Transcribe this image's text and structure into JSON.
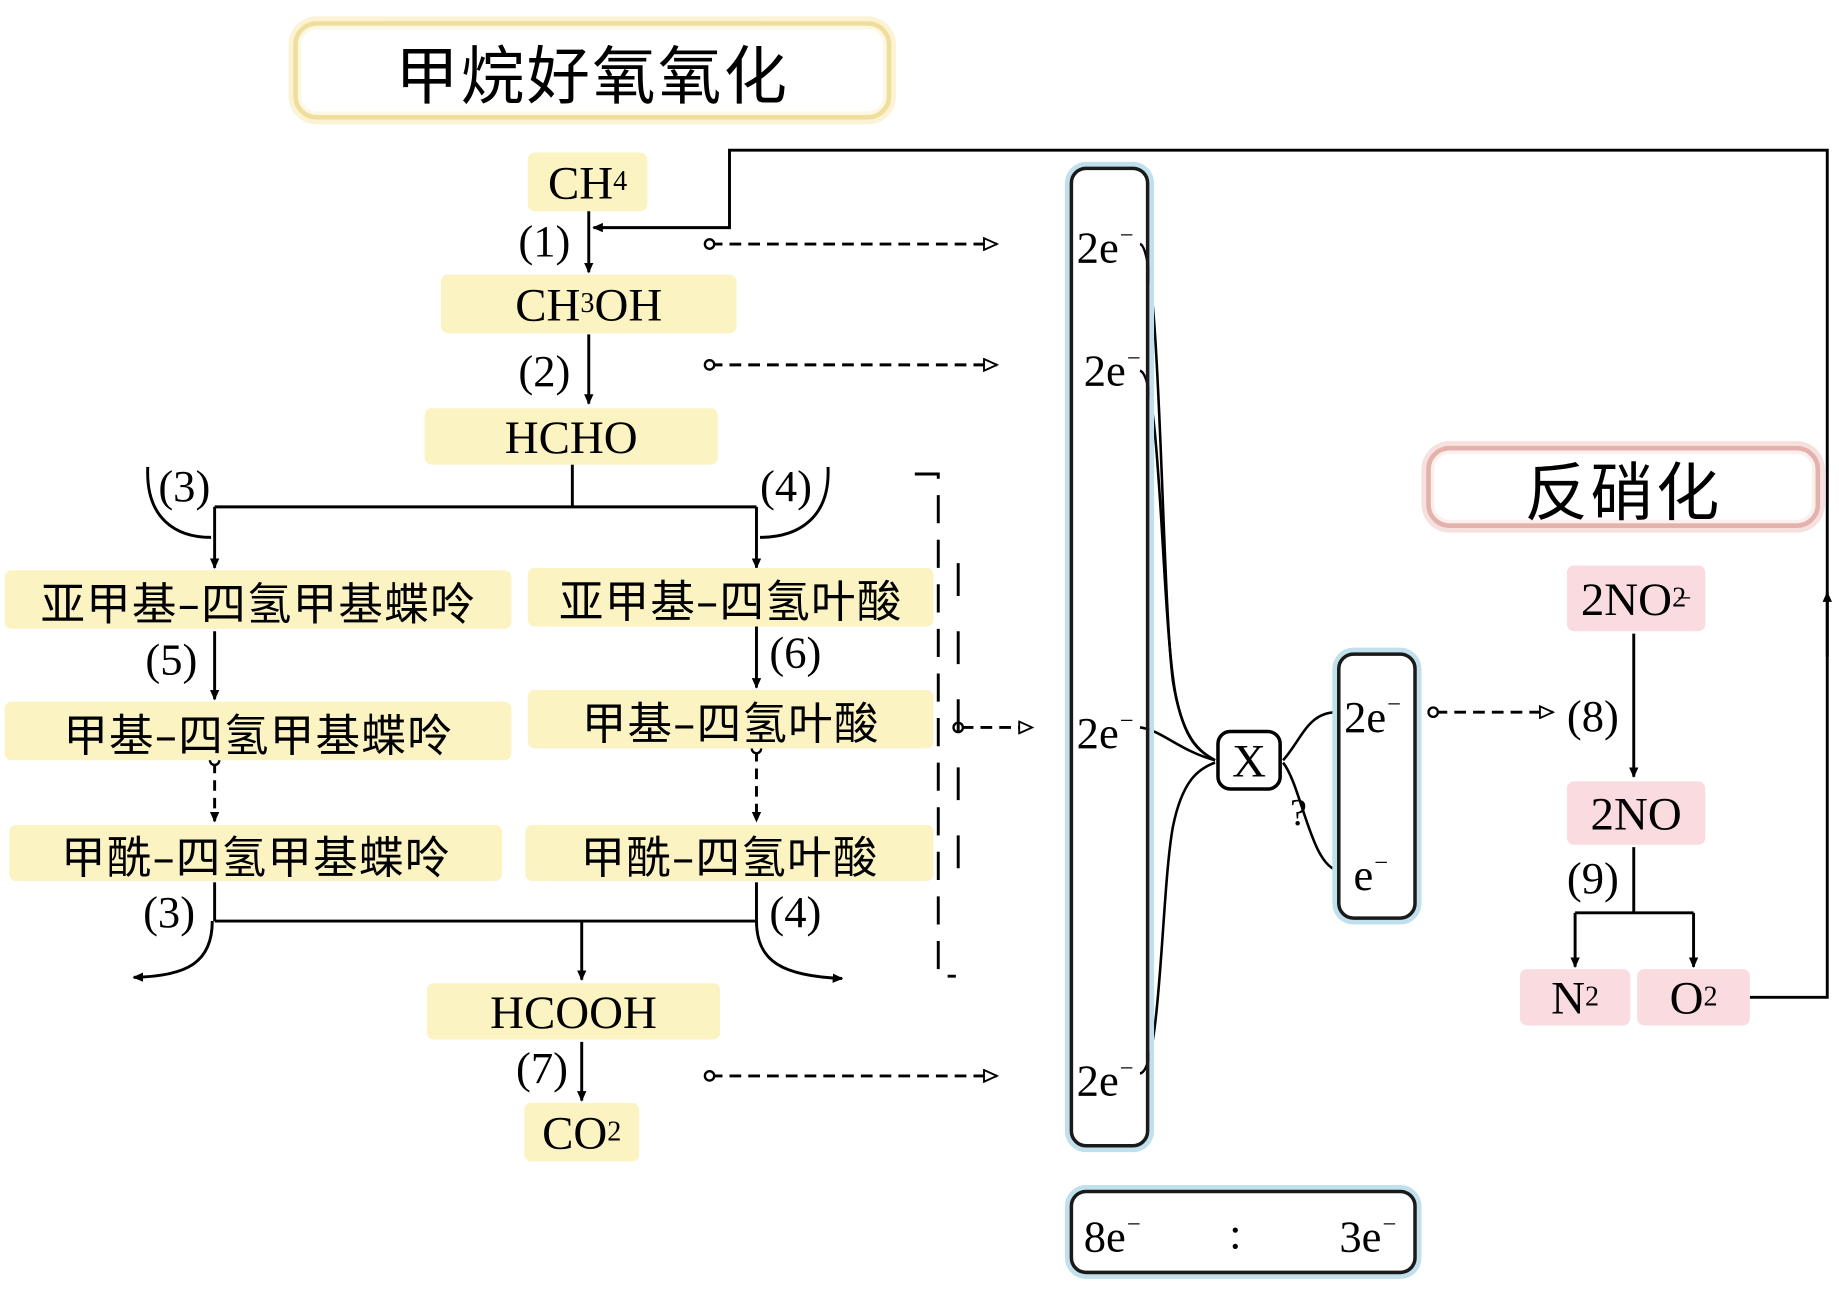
{
  "headers": {
    "methane_oxidation": "甲烷好氧氧化",
    "denitrification": "反硝化"
  },
  "molecules": {
    "ch4": {
      "base": "CH",
      "sub": "4"
    },
    "ch3oh": {
      "a": "CH",
      "sub": "3",
      "b": "OH"
    },
    "hcho": "HCHO",
    "hcooh": "HCOOH",
    "co2": {
      "base": "CO",
      "sub": "2"
    },
    "no2": {
      "base": "2NO",
      "sub": "2",
      "sup": "−"
    },
    "no": "2NO",
    "n2": {
      "base": "N",
      "sub": "2"
    },
    "o2": {
      "base": "O",
      "sub": "2"
    }
  },
  "intermediates": {
    "left1": "亚甲基–四氢甲基蝶呤",
    "left2": "甲基–四氢甲基蝶呤",
    "left3": "甲酰–四氢甲基蝶呤",
    "right1": "亚甲基–四氢叶酸",
    "right2": "甲基–四氢叶酸",
    "right3": "甲酰–四氢叶酸"
  },
  "step_labels": {
    "s1": "(1)",
    "s2": "(2)",
    "s3_top": "(3)",
    "s4_top": "(4)",
    "s5": "(5)",
    "s6": "(6)",
    "s3_bot": "(3)",
    "s4_bot": "(4)",
    "s7": "(7)",
    "s8": "(8)",
    "s9": "(9)"
  },
  "electrons": {
    "e_1": {
      "base": "2e",
      "sup": "−"
    },
    "e_2": {
      "base": "2e",
      "sup": "−"
    },
    "e_3": {
      "base": "2e",
      "sup": "−"
    },
    "e_4": {
      "base": "2e",
      "sup": "−"
    },
    "e_x1": {
      "base": "2e",
      "sup": "−"
    },
    "e_x2": {
      "base": "e",
      "sup": "−"
    },
    "ratio_left": {
      "base": "8e",
      "sup": "−"
    },
    "ratio_sep": ":",
    "ratio_right": {
      "base": "3e",
      "sup": "−"
    }
  },
  "center_node": "X",
  "question_mark": "?"
}
